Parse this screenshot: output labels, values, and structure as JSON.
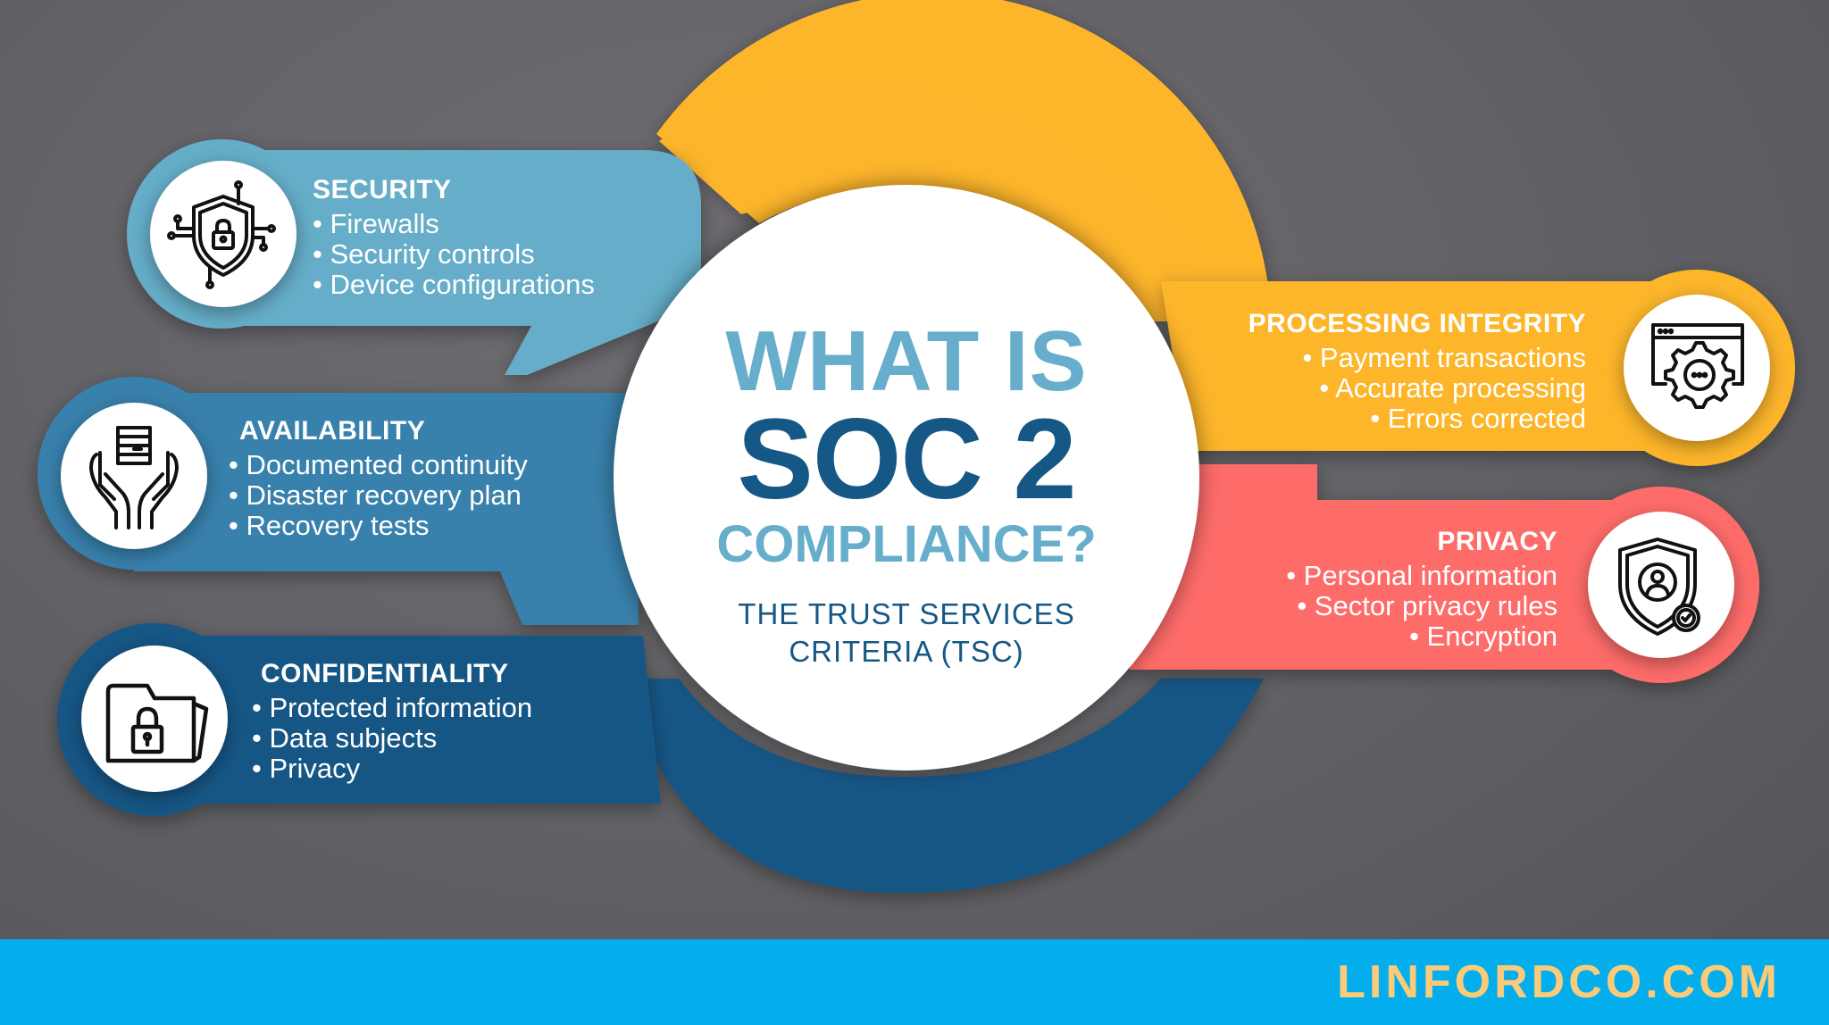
{
  "colors": {
    "background": "#646367",
    "security": "#65adc8",
    "availability": "#3781ac",
    "confidentiality": "#165685",
    "processing_integrity": "#fdb52b",
    "privacy": "#fe6c6b",
    "center_light": "#66aecb",
    "center_dark": "#155785",
    "footer_bg": "#04adeb",
    "footer_text": "#f9cb7a"
  },
  "center": {
    "line1": "WHAT IS",
    "line2": "SOC 2",
    "line3": "COMPLIANCE?",
    "subtitle_line1": "THE TRUST SERVICES",
    "subtitle_line2": "CRITERIA (TSC)"
  },
  "criteria": [
    {
      "title": "SECURITY",
      "icon": "shield-lock-circuit-icon",
      "items": [
        "• Firewalls",
        "• Security controls",
        "• Device configurations"
      ]
    },
    {
      "title": "AVAILABILITY",
      "icon": "hands-holding-server-icon",
      "items": [
        "• Documented continuity",
        "• Disaster recovery plan",
        "• Recovery tests"
      ]
    },
    {
      "title": "CONFIDENTIALITY",
      "icon": "locked-folder-icon",
      "items": [
        "• Protected information",
        "• Data subjects",
        "• Privacy"
      ]
    },
    {
      "title": "PROCESSING INTEGRITY",
      "icon": "browser-gear-icon",
      "items": [
        "• Payment transactions",
        "• Accurate processing",
        "• Errors corrected"
      ]
    },
    {
      "title": "PRIVACY",
      "icon": "shield-user-check-icon",
      "items": [
        "• Personal information",
        "• Sector privacy rules",
        "• Encryption"
      ]
    }
  ],
  "footer": {
    "website": "LINFORDCO.COM"
  }
}
